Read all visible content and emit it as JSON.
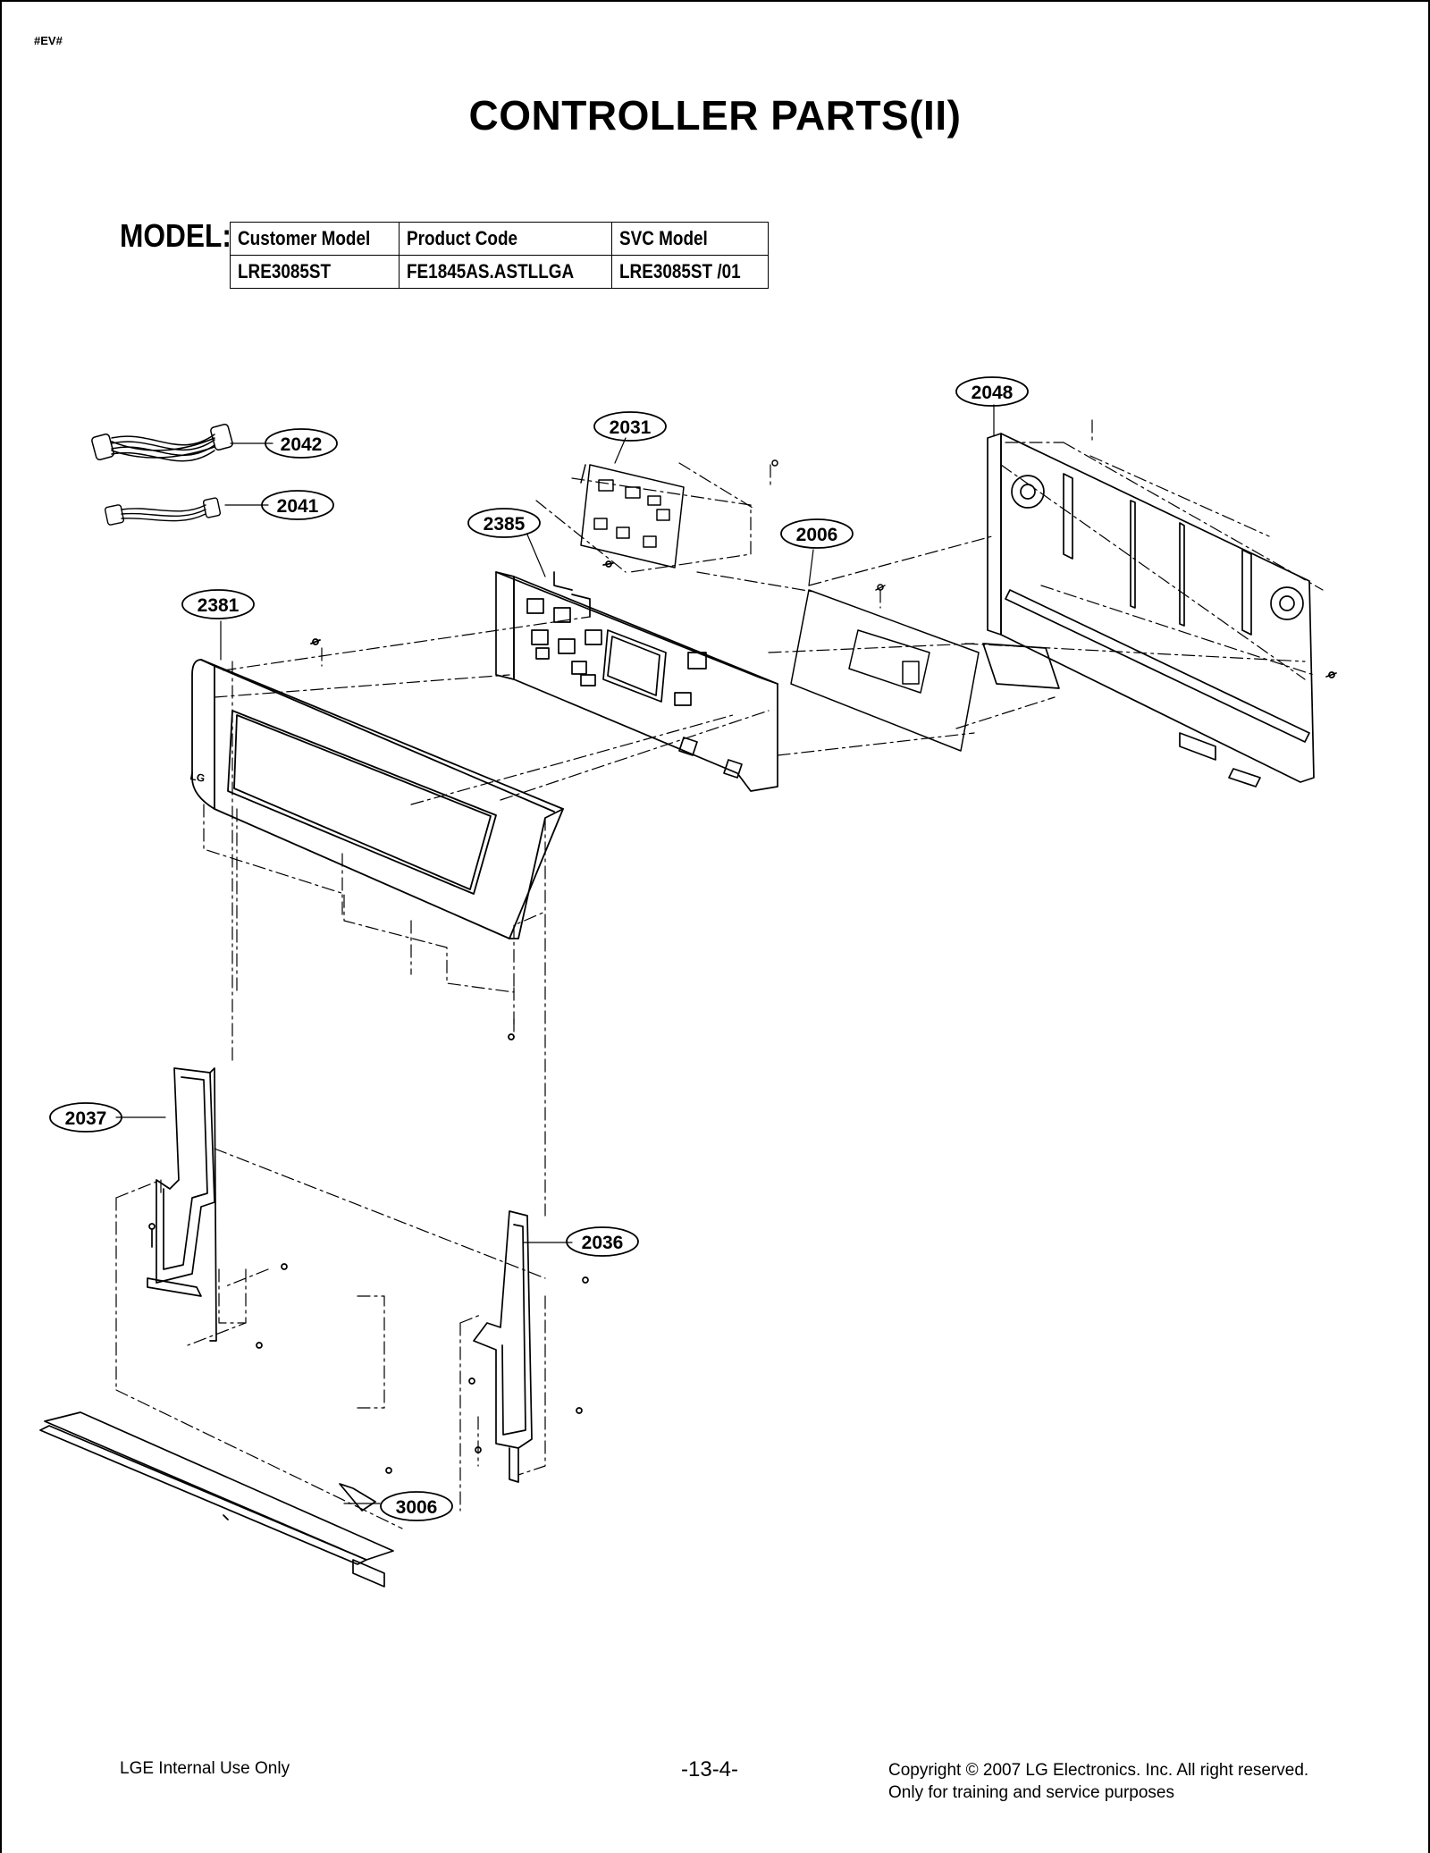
{
  "page_tag": "#EV#",
  "title": "CONTROLLER PARTS(II)",
  "model": {
    "label": "MODEL:",
    "headers": [
      "Customer Model",
      "Product Code",
      "SVC Model"
    ],
    "row": [
      "LRE3085ST",
      "FE1845AS.ASTLLGA",
      "LRE3085ST /01"
    ]
  },
  "brand_mark": "LG",
  "callouts": {
    "c2042": "2042",
    "c2041": "2041",
    "c2031": "2031",
    "c2385": "2385",
    "c2006": "2006",
    "c2048": "2048",
    "c2381": "2381",
    "c2037": "2037",
    "c2036": "2036",
    "c3006": "3006"
  },
  "footer": {
    "left": "LGE Internal Use Only",
    "center": "-13-4-",
    "right_line1": "Copyright © 2007 LG Electronics. Inc. All right reserved.",
    "right_line2": "Only for training and service purposes"
  }
}
